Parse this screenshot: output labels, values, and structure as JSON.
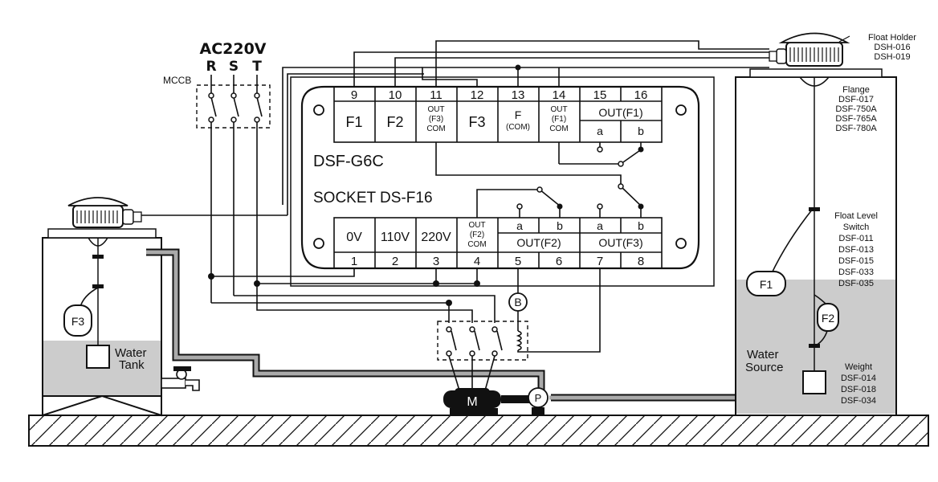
{
  "power": {
    "title": "AC220V",
    "phases": [
      "R",
      "S",
      "T"
    ],
    "breaker": "MCCB"
  },
  "controller": {
    "model": "DSF-G6C",
    "socket": "SOCKET DS-F16"
  },
  "top_terminals": {
    "numbers": [
      "9",
      "10",
      "11",
      "12",
      "13",
      "14",
      "15",
      "16"
    ],
    "f1": "F1",
    "f2": "F2",
    "out_f3_com": [
      "OUT",
      "(F3)",
      "COM"
    ],
    "f3": "F3",
    "f_com": [
      "F",
      "(COM)"
    ],
    "out_f1_com": [
      "OUT",
      "(F1)",
      "COM"
    ],
    "out_f1": "OUT(F1)",
    "a": "a",
    "b": "b"
  },
  "bottom_terminals": {
    "numbers": [
      "1",
      "2",
      "3",
      "4",
      "5",
      "6",
      "7",
      "8"
    ],
    "v0": "0V",
    "v110": "110V",
    "v220": "220V",
    "out_f2_com": [
      "OUT",
      "(F2)",
      "COM"
    ],
    "out_f2": "OUT(F2)",
    "out_f3": "OUT(F3)",
    "a": "a",
    "b": "b"
  },
  "symbols": {
    "b_node": "B",
    "motor": "M",
    "pump": "P"
  },
  "water_tank": {
    "label": [
      "Water",
      "Tank"
    ],
    "float": "F3"
  },
  "water_source": {
    "label": [
      "Water",
      "Source"
    ],
    "float_holder": [
      "Float Holder",
      "DSH-016",
      "DSH-019"
    ],
    "flange": [
      "Flange",
      "DSF-017",
      "DSF-750A",
      "DSF-765A",
      "DSF-780A"
    ],
    "float_switch": [
      "Float Level",
      "Switch",
      "DSF-011",
      "DSF-013",
      "DSF-015",
      "DSF-033",
      "DSF-035"
    ],
    "weight": [
      "Weight",
      "DSF-014",
      "DSF-018",
      "DSF-034"
    ],
    "float1": "F1",
    "float2": "F2"
  },
  "colors": {
    "water": "#cccccc",
    "pipe": "#aaaaaa",
    "ink": "#111111"
  }
}
